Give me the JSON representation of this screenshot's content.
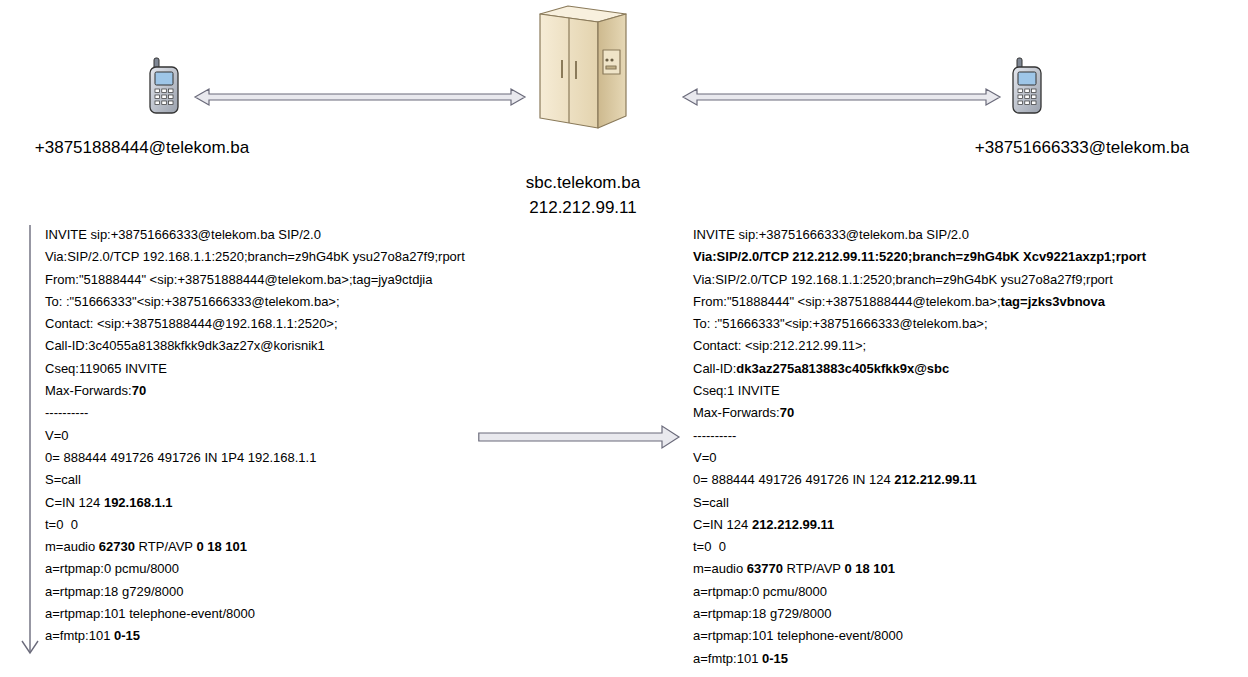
{
  "diagram": {
    "nodes": [
      {
        "text": [
          "+38751888444@telekom.ba"
        ]
      },
      {
        "text": [
          "sbc.telekom.ba",
          "212.212.99.11"
        ]
      },
      {
        "text": [
          "+38751666333@telekom.ba"
        ]
      },
      {
        "text": [
          "INVITE sip:+38751666333@telekom.ba SIP/2.0",
          "Via:SIP/2.0/TCP 192.168.1.1:2520;branch=z9hG4bK ysu27o8a27f9;rport",
          "From:\"51888444\" <sip:+38751888444@telekom.ba>;tag=jya9ctdjia",
          "To: :\"51666333\"<sip:+38751666333@telekom.ba>;",
          "Contact: <sip:+38751888444@192.168.1.1:2520>;",
          "Call-ID:3c4055a81388kfkk9dk3az27x@korisnik1",
          "Cseq:119065 INVITE",
          "Max-Forwards:70",
          "----------",
          "V=0",
          "0= 888444 491726 491726 IN 1P4 192.168.1.1",
          "S=call",
          "C=IN 124 192.168.1.1",
          "t=0  0",
          "m=audio 62730 RTP/AVP 0 18 101",
          "a=rtpmap:0 pcmu/8000",
          "a=rtpmap:18 g729/8000",
          "a=rtpmap:101 telephone-event/8000",
          "a=fmtp:101 0-15"
        ]
      },
      {
        "text": [
          "INVITE sip:+38751666333@telekom.ba SIP/2.0",
          "Via:SIP/2.0/TCP 212.212.99.11:5220;branch=z9hG4bK Xcv9221axzp1;rport",
          "Via:SIP/2.0/TCP 192.168.1.1:2520;branch=z9hG4bK ysu27o8a27f9;rport",
          "From:\"51888444\" <sip:+38751888444@telekom.ba>;tag=jzks3vbnova",
          "To: :\"51666333\"<sip:+38751666333@telekom.ba>;",
          "Contact: <sip:212.212.99.11>;",
          "Call-ID:dk3az275a813883c405kfkk9x@sbc",
          "Cseq:1 INVITE",
          "Max-Forwards:70",
          "----------",
          "V=0",
          "0= 888444 491726 491726 IN 124 212.212.99.11",
          "S=call",
          "C=IN 124 212.212.99.11",
          "t=0  0",
          "m=audio 63770 RTP/AVP 0 18 101",
          "a=rtpmap:0 pcmu/8000",
          "a=rtpmap:18 g729/8000",
          "a=rtpmap:101 telephone-event/8000",
          "a=fmtp:101 0-15"
        ]
      }
    ],
    "edges": [
      {
        "from": 0,
        "to": 1,
        "arrow": "both"
      },
      {
        "from": 1,
        "to": 2,
        "arrow": "both"
      },
      {
        "from": 3,
        "to": 4,
        "arrow": "to"
      }
    ]
  }
}
